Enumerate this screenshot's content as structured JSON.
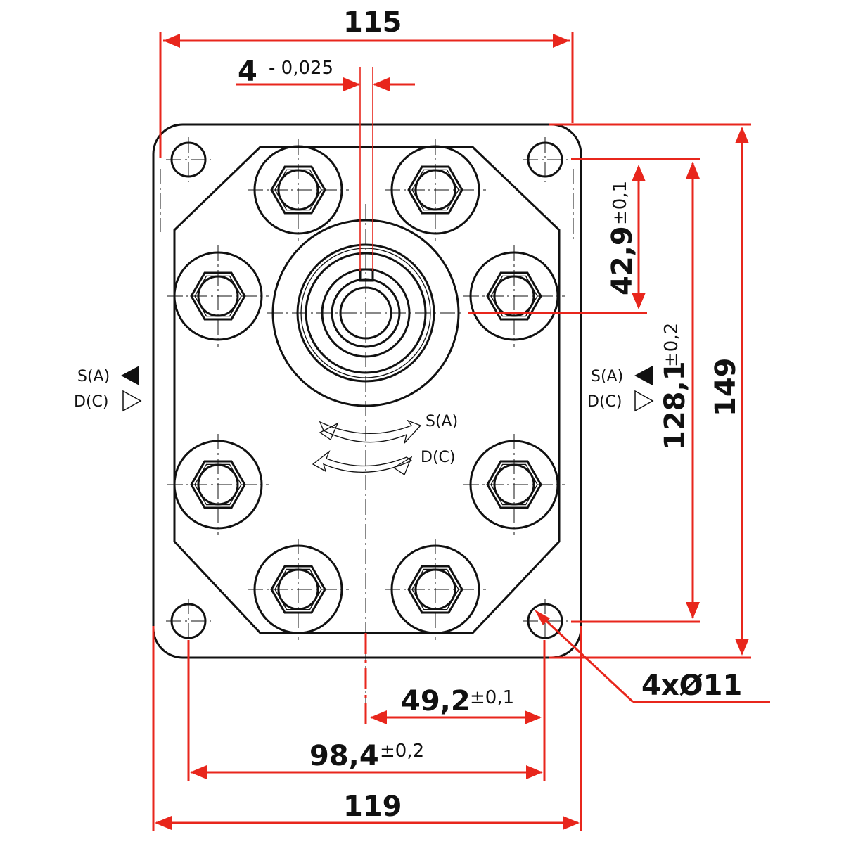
{
  "dimensions": {
    "width_top": "115",
    "key_width": "4",
    "key_tol": "- 0,025",
    "shaft_offset": "42,9",
    "shaft_offset_tol": "±0,1",
    "hole_spacing_v": "128,1",
    "hole_spacing_v_tol": "±0,2",
    "height": "149",
    "holes": "4xØ11",
    "half_hole_spacing": "49,2",
    "half_hole_spacing_tol": "±0,1",
    "hole_spacing_h": "98,4",
    "hole_spacing_h_tol": "±0,2",
    "width_bottom": "119"
  },
  "labels": {
    "left_suction": "S(A)",
    "left_delivery": "D(C)",
    "right_suction": "S(A)",
    "right_delivery": "D(C)",
    "rot_suction": "S(A)",
    "rot_delivery": "D(C)"
  },
  "colors": {
    "dimension": "#e8261c",
    "drawing": "#111111"
  }
}
